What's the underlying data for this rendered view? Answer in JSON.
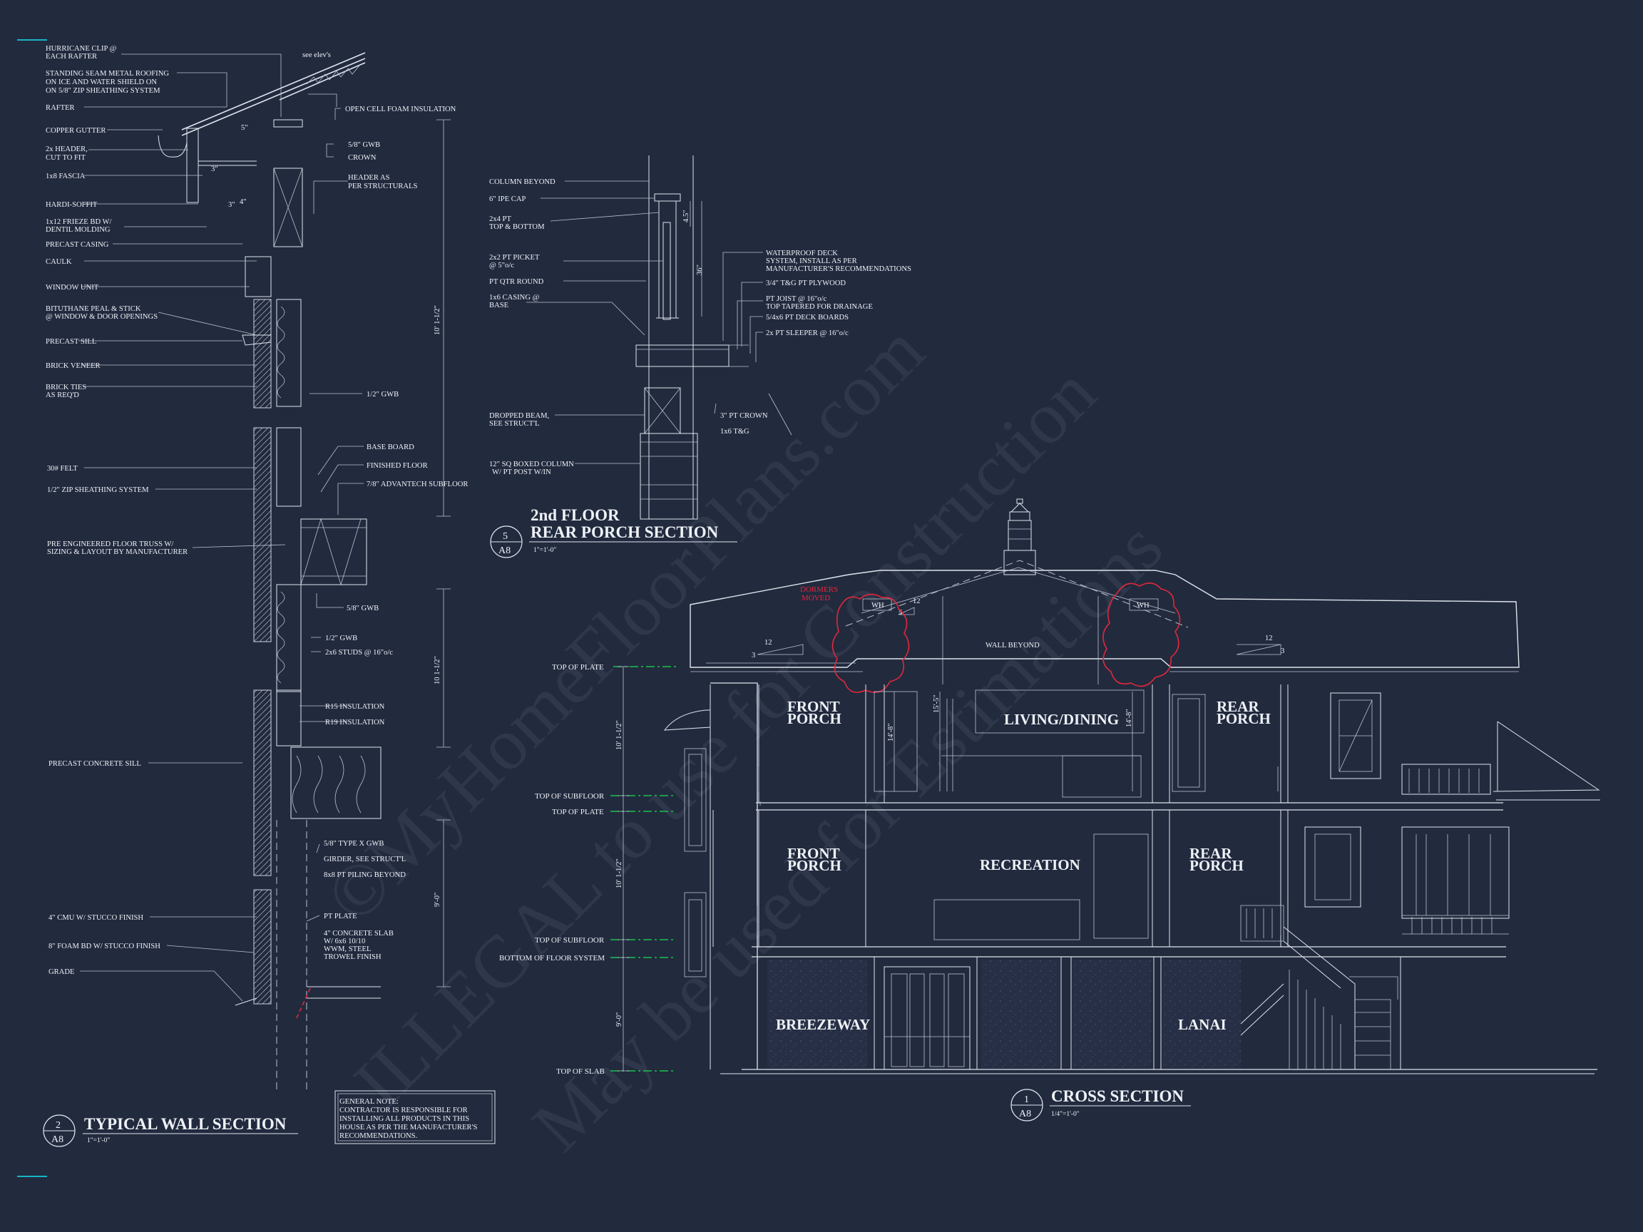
{
  "watermark": {
    "line1": "©MyHomeFloorPlans.com",
    "line2": "ILLEGAL to use for Construction",
    "line3": "May be used for Estimations"
  },
  "wall_section": {
    "labels": [
      "HURRICANE CLIP @",
      "EACH RAFTER",
      "STANDING SEAM METAL ROOFING",
      "ON ICE AND WATER SHIELD ON",
      "ON 5/8\" ZIP SHEATHING SYSTEM",
      "RAFTER",
      "COPPER GUTTER",
      "2x HEADER,",
      "CUT TO FIT",
      "1x8 FASCIA",
      "HARDI-SOFFIT",
      "1x12 FRIEZE BD W/",
      "DENTIL MOLDING",
      "PRECAST CASING",
      "CAULK",
      "WINDOW UNIT",
      "BITUTHANE PEAL & STICK",
      "@ WINDOW & DOOR OPENINGS",
      "PRECAST SILL",
      "BRICK VENEER",
      "BRICK TIES",
      "AS REQ'D",
      "30# FELT",
      "1/2\" ZIP SHEATHING SYSTEM",
      "PRE ENGINEERED FLOOR TRUSS W/",
      "SIZING & LAYOUT BY MANUFACTURER",
      "PRECAST CONCRETE SILL",
      "4\" CMU W/ STUCCO FINISH",
      "8\" FOAM BD W/ STUCCO FINISH",
      "GRADE",
      "see elev's",
      "OPEN CELL FOAM INSULATION",
      "5/8\" GWB",
      "CROWN",
      "HEADER AS",
      "PER STRUCTURALS",
      "1/2\" GWB",
      "BASE BOARD",
      "FINISHED FLOOR",
      "7/8\" ADVANTECH SUBFLOOR",
      "5/8\" GWB",
      "1/2\" GWB",
      "2x6 STUDS @ 16\"o/c",
      "R15 INSULATION",
      "R19 INSULATION",
      "5/8\" TYPE X GWB",
      "GIRDER, SEE STRUCT'L",
      "8x8 PT PILING BEYOND",
      "PT PLATE",
      "4\" CONCRETE SLAB",
      "W/ 6x6 10/10",
      "WWM, STEEL",
      "TROWEL FINISH",
      "5\"",
      "4\"",
      "3\"",
      "3\"",
      "10' 1-1/2\"",
      "10 1-1/2\"",
      "9'-0\""
    ],
    "title": "TYPICAL WALL SECTION",
    "scale": "1\"=1'-0\"",
    "bubble_num": "2",
    "bubble_sheet": "A8"
  },
  "porch_section": {
    "labels": [
      "COLUMN BEYOND",
      "6\" IPE CAP",
      "2x4 PT",
      "TOP & BOTTOM",
      "2x2 PT PICKET",
      "@ 5\"o/c",
      "PT QTR ROUND",
      "1x6 CASING @",
      "BASE",
      "DROPPED BEAM,",
      "SEE STRUCT'L",
      "12\" SQ BOXED COLUMN",
      "W/ PT POST W/IN",
      "WATERPROOF DECK",
      "SYSTEM, INSTALL AS PER",
      "MANUFACTURER'S RECOMMENDATIONS",
      "3/4\" T&G PT PLYWOOD",
      "PT JOIST @ 16\"o/c",
      "TOP TAPERED FOR DRAINAGE",
      "5/4x6 PT DECK BOARDS",
      "2x PT SLEEPER @ 16\"o/c",
      "3\" PT CROWN",
      "1x6 T&G",
      "4.5\"",
      "36\""
    ],
    "title_line1": "2nd FLOOR",
    "title_line2": "REAR PORCH SECTION",
    "scale": "1\"=1'-0\"",
    "bubble_num": "5",
    "bubble_sheet": "A8"
  },
  "cross_section": {
    "rooms": [
      "FRONT",
      "PORCH",
      "LIVING/DINING",
      "REAR",
      "PORCH",
      "FRONT",
      "PORCH",
      "RECREATION",
      "REAR",
      "PORCH",
      "BREEZEWAY",
      "LANAI"
    ],
    "levels": [
      "TOP OF PLATE",
      "TOP OF SUBFLOOR",
      "TOP OF PLATE",
      "TOP OF SUBFLOOR",
      "BOTTOM OF FLOOR SYSTEM",
      "TOP OF SLAB"
    ],
    "dims": [
      "10' 1-1/2\"",
      "10' 1-1/2\"",
      "9'-0\""
    ],
    "misc": [
      "WALL BEYOND",
      "WH",
      "WH",
      "12",
      "5",
      "12",
      "3",
      "12",
      "3",
      "14'-8\"",
      "15'-5\"",
      "14'-8\""
    ],
    "red_note_line1": "DORMERS",
    "red_note_line2": "MOVED",
    "title": "CROSS SECTION",
    "scale": "1/4\"=1'-0\"",
    "bubble_num": "1",
    "bubble_sheet": "A8"
  },
  "general_note": {
    "lines": [
      "GENERAL NOTE:",
      "CONTRACTOR IS RESPONSIBLE FOR",
      "INSTALLING ALL PRODUCTS IN THIS",
      "HOUSE AS PER THE MANUFACTURER'S",
      "RECOMMENDATIONS."
    ]
  },
  "colors": {
    "background": "#222a3e",
    "linework": "#dfe4ec",
    "level_marker": "#19c24a",
    "revision_cloud": "#e0283c",
    "corner_tick": "#18b4c8"
  }
}
